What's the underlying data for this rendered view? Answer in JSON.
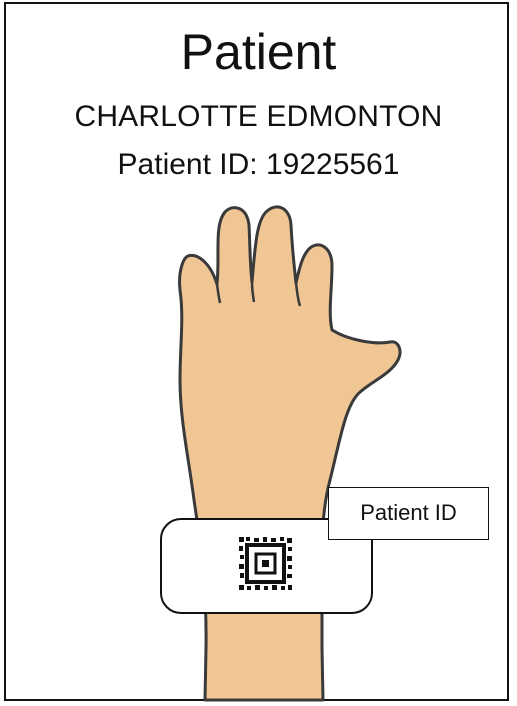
{
  "heading": "Patient",
  "patient_name": "CHARLOTTE EDMONTON",
  "patient_id_line": "Patient ID: 19225561",
  "callout_label": "Patient ID",
  "colors": {
    "skin": "#efc694",
    "outline": "#3a3a3a",
    "band": "#ffffff"
  },
  "icons": [
    "hand-illustration",
    "wristband",
    "qr-code-icon"
  ]
}
